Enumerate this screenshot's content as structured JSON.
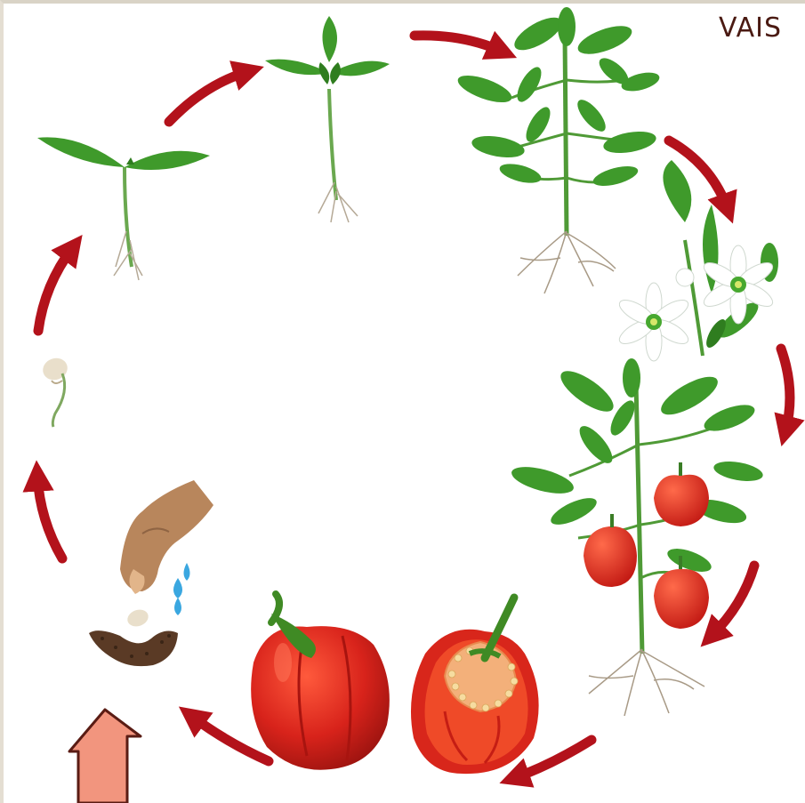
{
  "corner_label": "VAIS",
  "colors": {
    "cycle_arrow": "#b3121b",
    "pointer_arrow": "#f2957e",
    "pointer_outline": "#5a1c14",
    "leaf": "#3f9a2b",
    "leaf_dark": "#2f7d1f",
    "stem": "#4f9a36",
    "root": "#a89a86",
    "pepper_red": "#d8231b",
    "flower_petal": "#ffffff",
    "hand_skin": "#b8865c",
    "soil": "#5a3a25",
    "water_drop": "#3aa7e0"
  },
  "stages": [
    {
      "id": "seed-sowing",
      "icon": "hand-sowing-seed-icon"
    },
    {
      "id": "germinating-seed",
      "icon": "germinating-seed-icon"
    },
    {
      "id": "seedling",
      "icon": "seedling-icon"
    },
    {
      "id": "young-plant",
      "icon": "young-plant-icon"
    },
    {
      "id": "mature-plant",
      "icon": "mature-plant-icon"
    },
    {
      "id": "flowering",
      "icon": "flowering-branch-icon"
    },
    {
      "id": "fruiting-plant",
      "icon": "fruiting-plant-icon"
    },
    {
      "id": "cut-pepper",
      "icon": "cut-pepper-icon"
    },
    {
      "id": "whole-pepper",
      "icon": "whole-pepper-icon"
    }
  ],
  "pointer": {
    "icon": "up-pointer-arrow-icon",
    "direction": "up"
  }
}
